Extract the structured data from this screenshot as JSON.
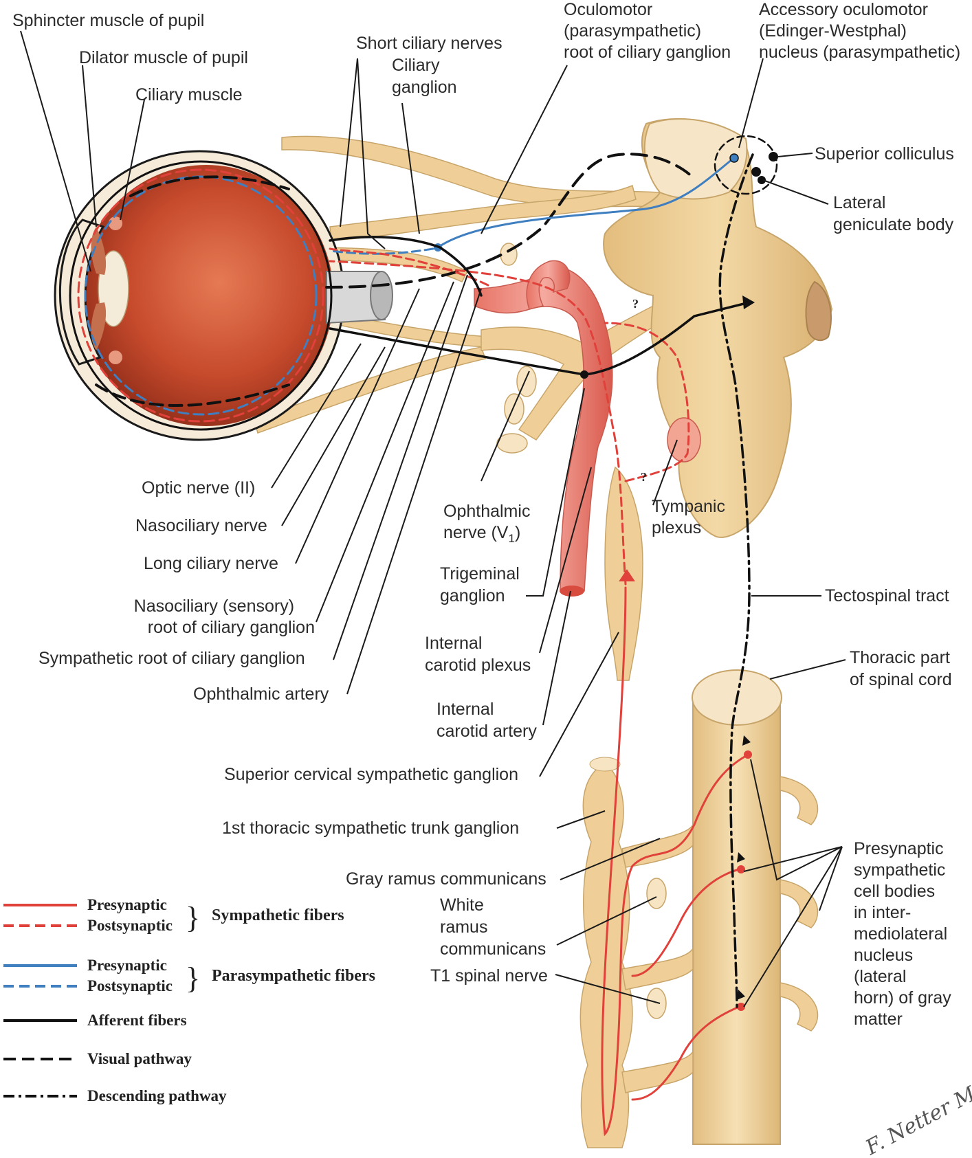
{
  "labels": {
    "sphincter": "Sphincter muscle of pupil",
    "dilator": "Dilator muscle of pupil",
    "ciliary_muscle": "Ciliary muscle",
    "short_ciliary": "Short ciliary nerves",
    "ciliary_ganglion_1": "Ciliary",
    "ciliary_ganglion_2": "ganglion",
    "oculomotor_1": "Oculomotor",
    "oculomotor_2": "(parasympathetic)",
    "oculomotor_3": "root of ciliary ganglion",
    "accessory_1": "Accessory oculomotor",
    "accessory_2": "(Edinger-Westphal)",
    "accessory_3": "nucleus (parasympathetic)",
    "superior_colliculus": "Superior colliculus",
    "lateral_geniculate_1": "Lateral",
    "lateral_geniculate_2": "geniculate body",
    "optic_nerve": "Optic nerve (II)",
    "nasociliary_nerve": "Nasociliary nerve",
    "long_ciliary": "Long ciliary nerve",
    "nasociliary_root_1": "Nasociliary (sensory)",
    "nasociliary_root_2": "root of ciliary ganglion",
    "sympathetic_root": "Sympathetic root of ciliary ganglion",
    "ophthalmic_artery": "Ophthalmic artery",
    "ophthalmic_nerve_1": "Ophthalmic",
    "ophthalmic_nerve_2": "nerve (V",
    "ophthalmic_nerve_sub": "1",
    "ophthalmic_nerve_3": ")",
    "tympanic_1": "Tympanic",
    "tympanic_2": "plexus",
    "trigeminal_1": "Trigeminal",
    "trigeminal_2": "ganglion",
    "tectospinal": "Tectospinal tract",
    "int_carotid_plexus_1": "Internal",
    "int_carotid_plexus_2": "carotid plexus",
    "thoracic_cord_1": "Thoracic part",
    "thoracic_cord_2": "of spinal cord",
    "int_carotid_artery_1": "Internal",
    "int_carotid_artery_2": "carotid artery",
    "superior_cervical": "Superior cervical sympathetic ganglion",
    "first_thoracic": "1st thoracic sympathetic trunk ganglion",
    "gray_ramus": "Gray ramus communicans",
    "white_ramus_1": "White",
    "white_ramus_2": "ramus",
    "white_ramus_3": "communicans",
    "t1_spinal": "T1 spinal nerve",
    "presyn_cells_1": "Presynaptic",
    "presyn_cells_2": "sympathetic",
    "presyn_cells_3": "cell bodies",
    "presyn_cells_4": "in inter-",
    "presyn_cells_5": "mediolateral",
    "presyn_cells_6": "nucleus",
    "presyn_cells_7": "(lateral",
    "presyn_cells_8": "horn) of gray",
    "presyn_cells_9": "matter",
    "question_mark": "?"
  },
  "legend": {
    "presynaptic": "Presynaptic",
    "postsynaptic": "Postsynaptic",
    "sympathetic_fibers": "Sympathetic fibers",
    "parasympathetic_fibers": "Parasympathetic fibers",
    "afferent": "Afferent fibers",
    "visual": "Visual pathway",
    "descending": "Descending pathway"
  },
  "signature": "F. Netter M.D.",
  "colors": {
    "sympathetic": "#e0413a",
    "parasympathetic": "#3f7fc0",
    "afferent": "#111111",
    "nerve_fill": "#efcf97",
    "eye_interior": "#c0452c",
    "artery": "#ef8e84"
  }
}
